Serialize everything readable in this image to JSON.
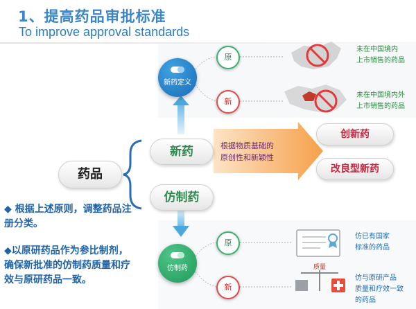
{
  "title": {
    "cn": "1、提高药品审批标准",
    "en": "To improve approval standards"
  },
  "root": {
    "label": "药品"
  },
  "branches": {
    "new": {
      "label": "新药",
      "circle": "新药定义"
    },
    "generic": {
      "label": "仿制药",
      "circle": "仿制药"
    }
  },
  "arrow_text": "根据物质基础的\n原创性和新颖性",
  "results": {
    "innovative": "创新药",
    "improved": "改良型新药"
  },
  "new_drug_rows": [
    {
      "tag": "原",
      "note_line1": "未在中国境内",
      "note_line2": "上市销售的药品"
    },
    {
      "tag": "新",
      "note_line1": "未在中国境内外",
      "note_line2": "上市销售的药品"
    }
  ],
  "generic_rows": [
    {
      "tag": "原",
      "note_line1": "仿已有国家",
      "note_line2": "标准的药品"
    },
    {
      "tag": "新",
      "note_line1": "仿与原研产品",
      "note_line2": "质量和疗效一致",
      "note_line3": "的药品"
    }
  ],
  "scale_label": "质量",
  "bullets": [
    "◆ 根据上述原则，调整药品注册分类。",
    "◆以原研药品作为参比制剂，确保新批准的仿制药质量和疗效与原研药品一致。"
  ],
  "colors": {
    "title": "#3a86c8",
    "green": "#2f8a52",
    "red": "#c8243f",
    "blue": "#1f6db6",
    "arrow": "#f6a04a"
  }
}
